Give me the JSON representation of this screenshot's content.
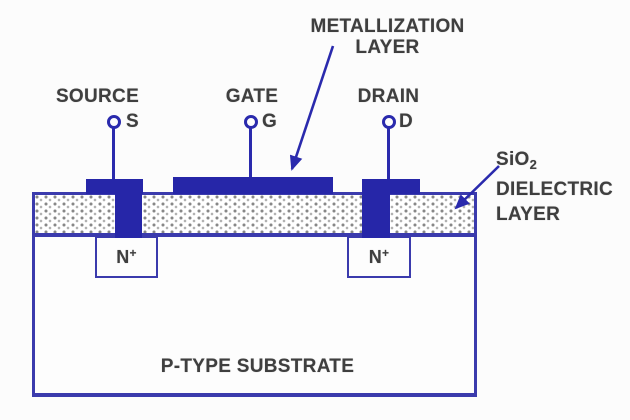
{
  "diagram_type": "MOSFET cross-section",
  "terminals": [
    {
      "name": "SOURCE",
      "symbol": "S"
    },
    {
      "name": "GATE",
      "symbol": "G"
    },
    {
      "name": "DRAIN",
      "symbol": "D"
    }
  ],
  "annotations": {
    "metallization": {
      "line1": "METALLIZATION",
      "line2": "LAYER"
    },
    "dielectric": {
      "formula": "SiO",
      "formula_sub": "2",
      "line2": "DIELECTRIC",
      "line3": "LAYER"
    }
  },
  "regions": {
    "n_plus_source": {
      "base": "N",
      "sup": "+"
    },
    "n_plus_drain": {
      "base": "N",
      "sup": "+"
    },
    "substrate": "P-TYPE SUBSTRATE"
  },
  "colors": {
    "metal_blue": "#2626a8",
    "outline_blue": "#3b3bad",
    "label_gray": "#3f3f3f",
    "background": "#fcfcfc"
  }
}
